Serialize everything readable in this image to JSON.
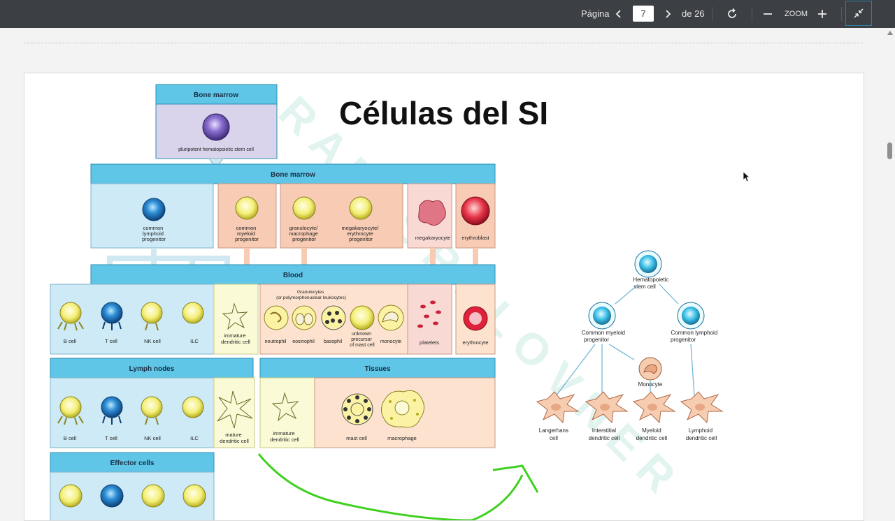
{
  "toolbar": {
    "page_label": "Página",
    "current_page": "7",
    "of_label": "de 26",
    "zoom_label": "ZOOM",
    "accent": "#2f7fa3"
  },
  "slide": {
    "title": "Células del SI",
    "left_diagram": {
      "bone_marrow_top": "Bone marrow",
      "stem_cell": "pluripotent hematopoietic stem cell",
      "bone_marrow_band": "Bone marrow",
      "common_lymphoid": [
        "common",
        "lymphoid",
        "progenitor"
      ],
      "common_myeloid": [
        "common",
        "myeloid",
        "progenitor"
      ],
      "granulocyte_macrophage": [
        "granulocyte/",
        "macrophage",
        "progenitor"
      ],
      "megakaryocyte_erythrocyte": [
        "megakaryocyte/",
        "erythrocyte",
        "progenitor"
      ],
      "megakaryocyte": "megakaryocyte",
      "erythroblast": "erythroblast",
      "blood_band": "Blood",
      "granulocytes_header": [
        "Granulocytes",
        "(or polymorphonuclear leukocytes)"
      ],
      "blood_cells": [
        "B cell",
        "T cell",
        "NK cell",
        "ILC"
      ],
      "immature_dendritic": [
        "immature",
        "dendritic cell"
      ],
      "granulocyte_cells": [
        "neutrophil",
        "eosinophil",
        "basophil"
      ],
      "unknown_precursor": [
        "unknown",
        "precursor",
        "of mast cell"
      ],
      "monocyte": "monocyte",
      "platelets": "platelets",
      "erythrocyte": "erythrocyte",
      "lymph_nodes_band": "Lymph nodes",
      "tissues_band": "Tissues",
      "lymph_cells": [
        "B cell",
        "T cell",
        "NK cell",
        "ILC"
      ],
      "mature_dendritic": [
        "mature",
        "dendritic cell"
      ],
      "tissue_immature_dendritic": [
        "immature",
        "dendritic cell"
      ],
      "mast_cell": "mast cell",
      "macrophage": "macrophage",
      "effector_band": "Effector cells"
    },
    "right_diagram": {
      "stem": [
        "Hematopoietic",
        "stem cell"
      ],
      "myeloid": [
        "Common myeloid",
        "progenitor"
      ],
      "lymphoid": [
        "Common lymphoid",
        "progenitor"
      ],
      "monocyte": "Monocyte",
      "dc": [
        [
          "Langerhans",
          "cell"
        ],
        [
          "Interstitial",
          "dendritic cell"
        ],
        [
          "Myeloid",
          "dendritic cell"
        ],
        [
          "Lymphoid",
          "dendritic cell"
        ]
      ]
    }
  }
}
